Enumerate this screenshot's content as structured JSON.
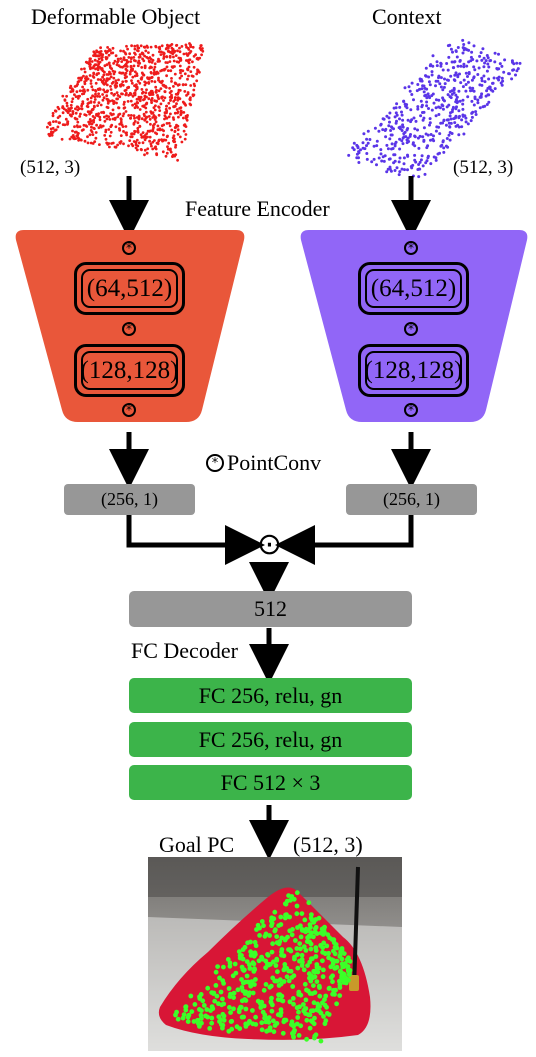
{
  "inputs": {
    "deformable_title": "Deformable Object",
    "context_title": "Context",
    "deformable_shape": "(512, 3)",
    "context_shape": "(512, 3)",
    "deformable_color": "#ee1c1c",
    "context_color": "#5a35e8"
  },
  "encoder": {
    "title": "Feature Encoder",
    "left_color": "#e9573a",
    "right_color": "#9166f7",
    "layer1": "(64,512)",
    "layer2": "(128,128)",
    "conv_symbol": "*",
    "legend_label": "PointConv"
  },
  "features": {
    "left": "(256, 1)",
    "right": "(256, 1)",
    "combine_symbol": "⊙",
    "merged": "512"
  },
  "decoder": {
    "title": "FC Decoder",
    "layers": [
      "FC 256, relu, gn",
      "FC 256, relu, gn",
      "FC 512 × 3"
    ],
    "color": "#3cb44a"
  },
  "output": {
    "title": "Goal PC",
    "shape": "(512, 3)",
    "point_color": "#3cff28",
    "cloth_color": "#d81636"
  }
}
